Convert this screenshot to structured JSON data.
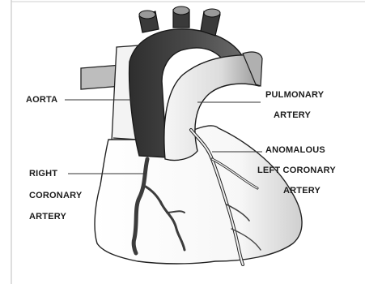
{
  "labels": {
    "aorta": "AORTA",
    "pulmonary": [
      "PULMONARY",
      "ARTERY"
    ],
    "anomalous": [
      "ANOMALOUS",
      "LEFT CORONARY",
      "ARTERY"
    ],
    "right_coronary": [
      "RIGHT",
      "CORONARY",
      "ARTERY"
    ]
  }
}
